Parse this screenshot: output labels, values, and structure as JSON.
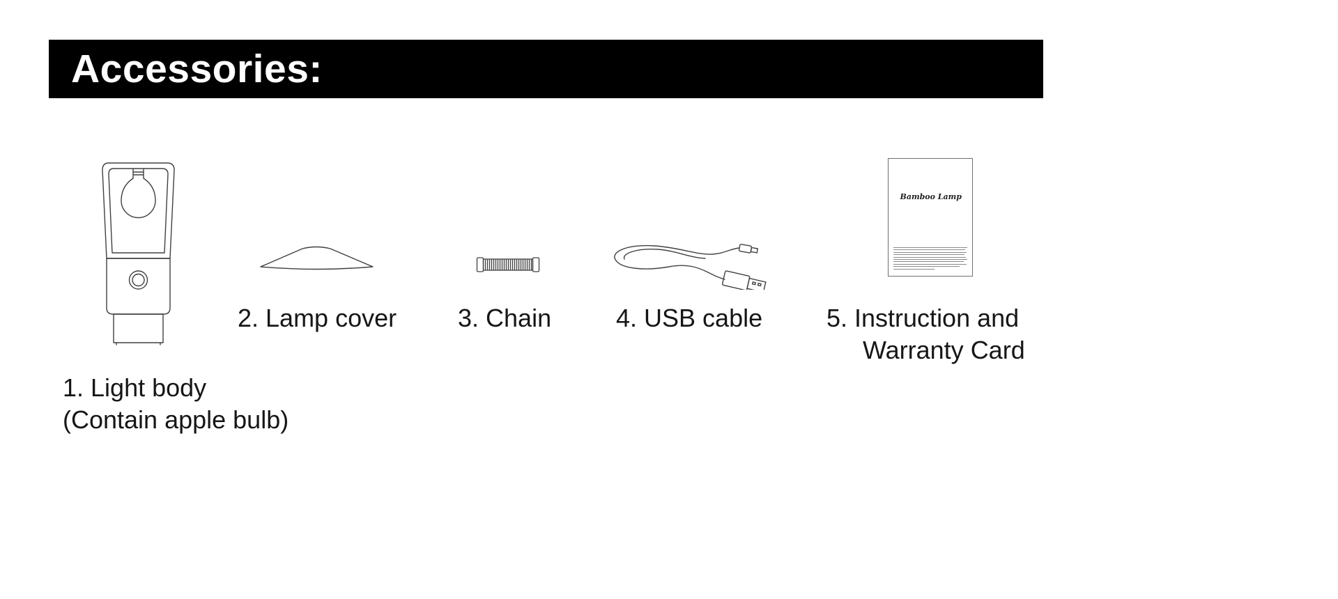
{
  "colors": {
    "header_bg": "#000000",
    "header_text": "#ffffff",
    "line_art": "#404040"
  },
  "header": {
    "title": "Accessories:"
  },
  "items": {
    "light_body": {
      "label_line1": "1. Light body",
      "label_line2": "(Contain apple bulb)"
    },
    "lamp_cover": {
      "label": "2. Lamp cover"
    },
    "chain": {
      "label": "3. Chain"
    },
    "usb_cable": {
      "label": "4. USB cable"
    },
    "instruction_card": {
      "label_line1": "5. Instruction and",
      "label_line2": "Warranty Card",
      "card_title": "Bamboo Lamp"
    }
  }
}
